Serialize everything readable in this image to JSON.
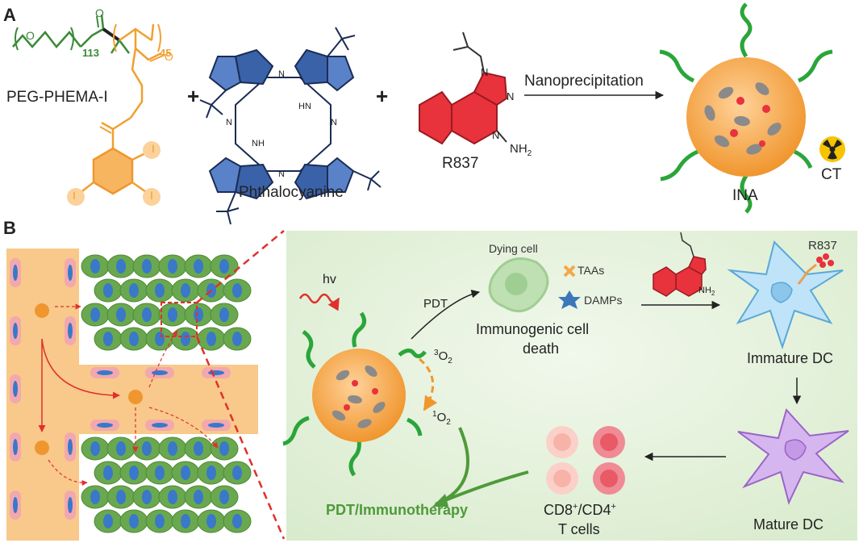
{
  "panelA": {
    "letter": "A",
    "peg_name": "PEG-PHEMA-I",
    "peg_sub_113": "113",
    "peg_sub_45": "45",
    "plus": "+",
    "phthalocyanine": "Phthalocyanine",
    "r837": "R837",
    "nh2": "NH",
    "nh2_sub": "2",
    "n": "N",
    "hn": "HN",
    "nh": "NH",
    "o": "O",
    "i": "I",
    "nanoprecip": "Nanoprecipitation",
    "ina": "INA",
    "ct": "CT"
  },
  "panelB": {
    "letter": "B",
    "hv": "hv",
    "pdt": "PDT",
    "dying_cell": "Dying cell",
    "taas": "TAAs",
    "damps": "DAMPs",
    "icd_line1": "Immunogenic cell",
    "icd_line2": "death",
    "o2_triplet_sup": "3",
    "o2_singlet_sup": "1",
    "o2": "O",
    "o2_sub": "2",
    "r837": "R837",
    "nh2": "NH",
    "nh2_sub": "2",
    "immature_dc": "Immature DC",
    "mature_dc": "Mature DC",
    "tcells_line1_a": "CD8",
    "tcells_line1_b": "/CD4",
    "tcells_sup": "+",
    "tcells_line2": "T cells",
    "therapy": "PDT/Immunotherapy"
  },
  "colors": {
    "peg_green": "#3a8a35",
    "phema_orange": "#f0a030",
    "pc_blue": "#3a62a8",
    "r837_red": "#e8323c",
    "nanoparticle_orange": "#f5a74a",
    "helix_green": "#2aa53a",
    "vessel": "#f8c98a",
    "tumor_cell": "#6aa84f",
    "nucleus": "#3a78c9",
    "panel_bg": "#e6f1dd",
    "therapy_green": "#4f9a3a"
  }
}
